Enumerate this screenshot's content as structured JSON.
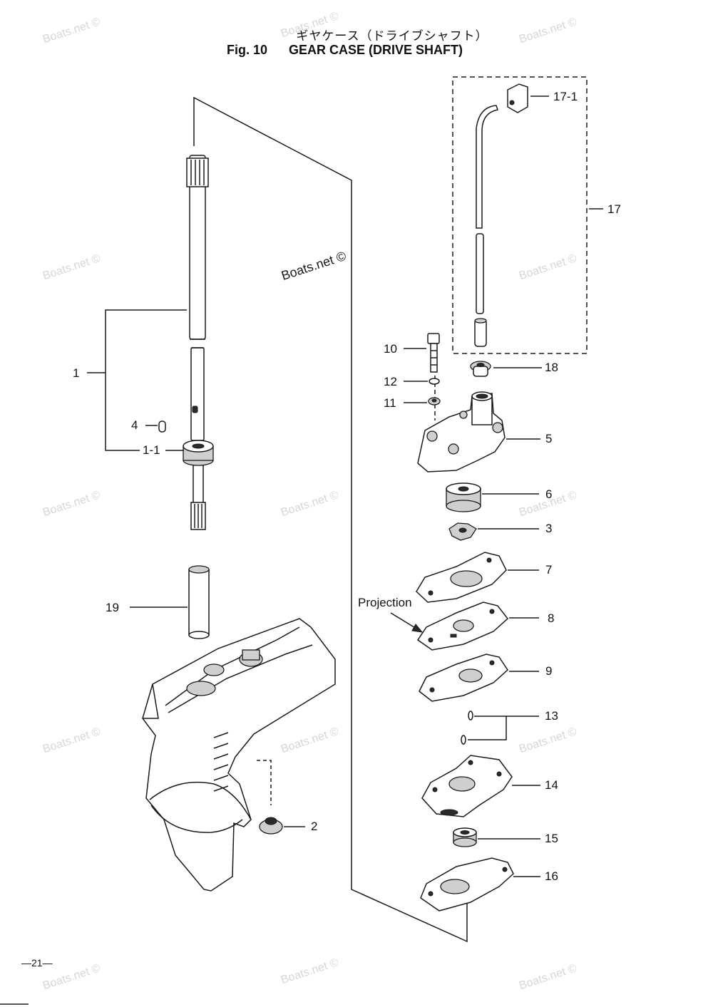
{
  "header": {
    "title_jp": "ギヤケース（ドライブシャフト）",
    "figure_number": "Fig. 10",
    "title_en": "GEAR CASE (DRIVE SHAFT)"
  },
  "watermark_text": "Boats.net ©",
  "callouts": {
    "c1": "1",
    "c1_1": "1-1",
    "c2": "2",
    "c3": "3",
    "c4": "4",
    "c5": "5",
    "c6": "6",
    "c7": "7",
    "c8": "8",
    "c9": "9",
    "c10": "10",
    "c11": "11",
    "c12": "12",
    "c13": "13",
    "c14": "14",
    "c15": "15",
    "c16": "16",
    "c17": "17",
    "c17_1": "17-1",
    "c18": "18",
    "c19": "19",
    "projection": "Projection"
  },
  "footer": {
    "page_number": "—21—"
  }
}
